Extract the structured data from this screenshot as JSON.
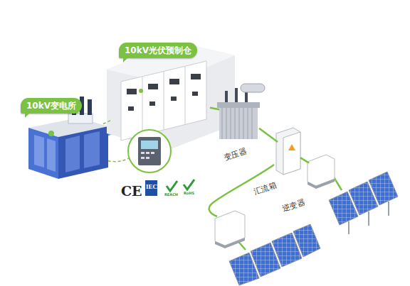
{
  "diagram": {
    "nodes": [
      {
        "text": [
          "10kV变电所"
        ]
      },
      {
        "text": [
          "10kV光伏预制仓"
        ]
      },
      {
        "text": [
          "变压器"
        ]
      },
      {
        "text": [
          "汇流箱"
        ]
      },
      {
        "text": [
          "逆变器"
        ]
      }
    ],
    "edges": [
      {
        "from": 0,
        "to": 1,
        "arrow": "none"
      },
      {
        "from": 1,
        "to": 2,
        "arrow": "none"
      },
      {
        "from": 2,
        "to": 3,
        "arrow": "none"
      },
      {
        "from": 3,
        "to": 4,
        "arrow": "none"
      }
    ],
    "labels": [
      "CE",
      "IEC",
      "REACH",
      "RoHS"
    ]
  }
}
